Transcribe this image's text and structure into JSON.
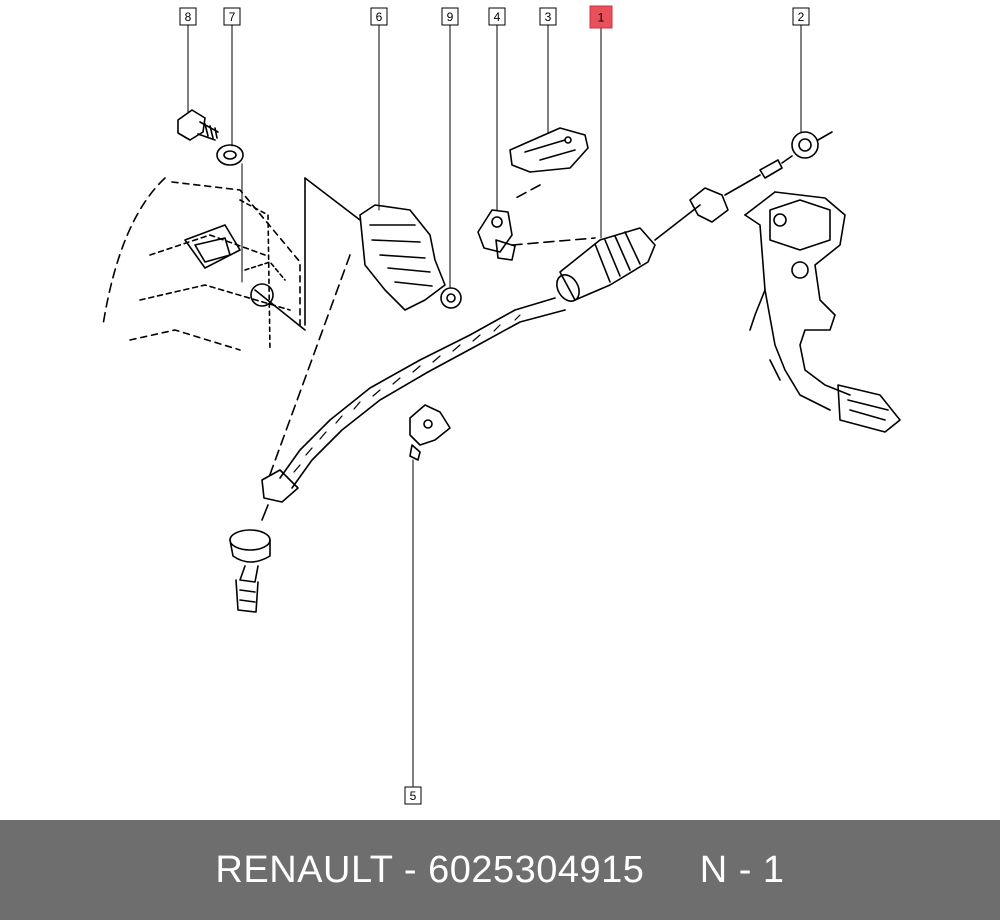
{
  "callouts": [
    {
      "label": "8"
    },
    {
      "label": "7"
    },
    {
      "label": "6"
    },
    {
      "label": "9"
    },
    {
      "label": "4"
    },
    {
      "label": "3"
    },
    {
      "label": "1"
    },
    {
      "label": "2"
    },
    {
      "label": "5"
    }
  ],
  "highlight_color": "#e8505b",
  "footer": {
    "brand": "RENAULT",
    "separator": " - ",
    "part_number": "6025304915",
    "gap": "     ",
    "position": "N - 1"
  }
}
